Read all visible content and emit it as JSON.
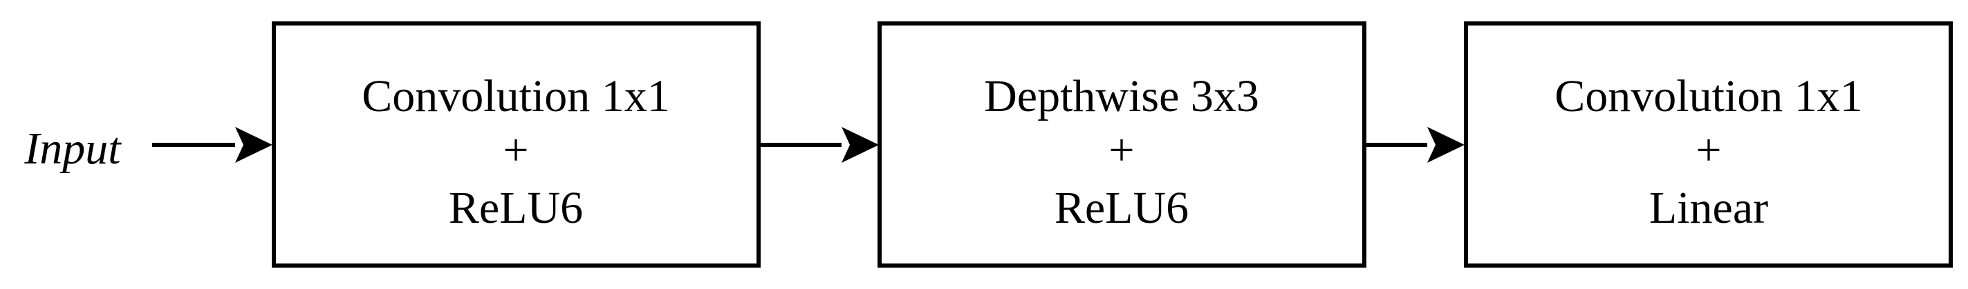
{
  "input_label": "Input",
  "blocks": [
    {
      "line1": "Convolution 1x1",
      "line2": "+",
      "line3": "ReLU6"
    },
    {
      "line1": "Depthwise 3x3",
      "line2": "+",
      "line3": "ReLU6"
    },
    {
      "line1": "Convolution 1x1",
      "line2": "+",
      "line3": "Linear"
    }
  ],
  "colors": {
    "stroke": "#000000",
    "background": "#ffffff",
    "text": "#000000"
  }
}
